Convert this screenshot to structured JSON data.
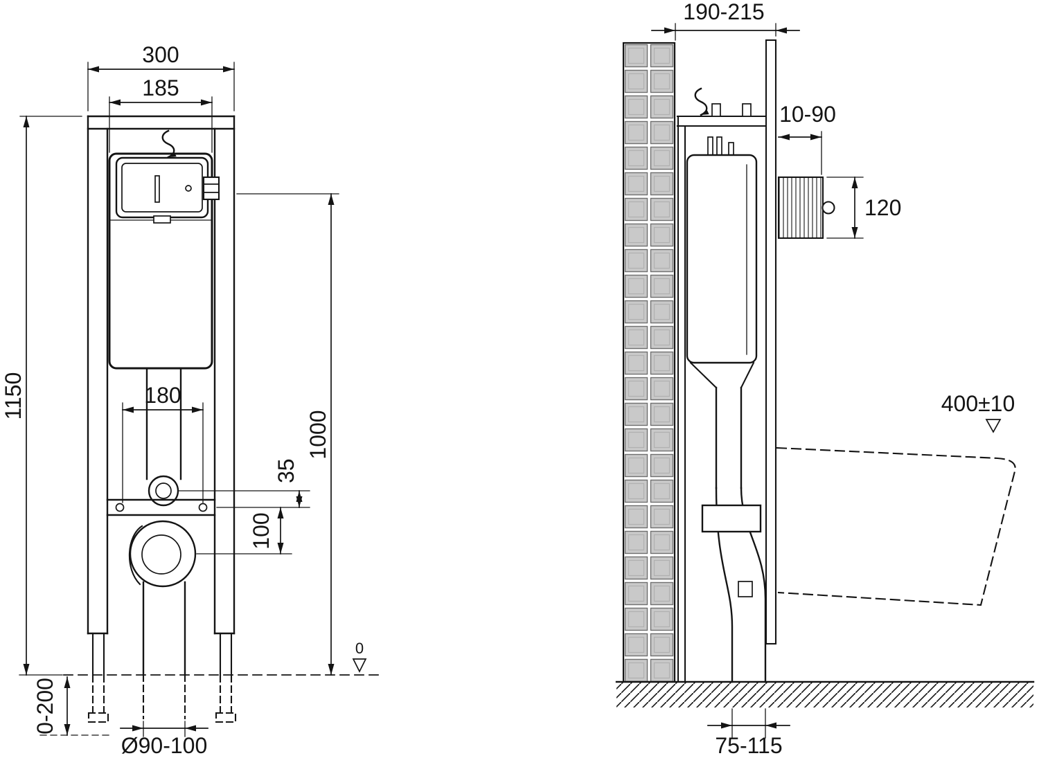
{
  "colors": {
    "line": "#141414",
    "tile": "#c9c9c9",
    "background": "#ffffff"
  },
  "front": {
    "overall_width": "300",
    "tank_width": "185",
    "frame_height": "1150",
    "fixing_centres": "180",
    "flush_bend_offset": "35",
    "outlet_drop": "100",
    "upper_height": "1000",
    "foot_adjustment": "0-200",
    "outlet_diameter": "Ø90-100",
    "floor_datum": "0"
  },
  "side": {
    "frame_depth": "190-215",
    "finish_thickness": "10-90",
    "actuator_opening": "120",
    "rim_height": "400±10",
    "outlet_setout": "75-115"
  }
}
